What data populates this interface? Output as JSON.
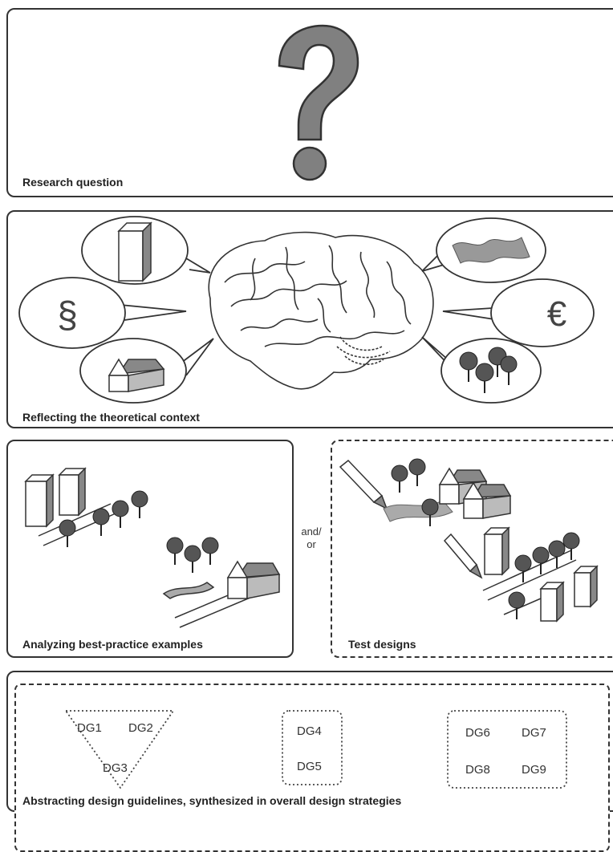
{
  "panels": {
    "research": {
      "caption": "Research question",
      "symbol": "question-mark"
    },
    "theory": {
      "caption": "Reflecting the theoretical context",
      "symbols": {
        "law": "§",
        "currency": "€"
      },
      "bubbles": [
        "building",
        "law",
        "house",
        "landscape",
        "currency",
        "trees"
      ]
    },
    "analysis": {
      "caption": "Analyzing best-practice examples"
    },
    "connector": {
      "line1": "and/",
      "line2": "or"
    },
    "tests": {
      "caption": "Test designs"
    },
    "guidelines": {
      "caption": "Abstracting design guidelines, synthesized in overall design strategies",
      "groups": [
        [
          "DG1",
          "DG2",
          "DG3"
        ],
        [
          "DG4",
          "DG5"
        ],
        [
          "DG6",
          "DG7",
          "DG8",
          "DG9"
        ]
      ]
    }
  },
  "colors": {
    "stroke": "#333333",
    "fill_gray": "#888888",
    "fill_light": "#bbbbbb"
  }
}
